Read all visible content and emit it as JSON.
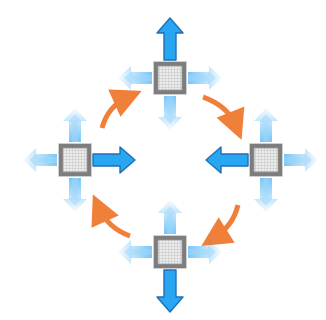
{
  "diagram": {
    "description_icons": {
      "node_icon": "grid-square-icon",
      "signal_icon": "blue-arrow-icon",
      "cycle_icon": "orange-curved-arrow-icon"
    },
    "colors": {
      "background": "#ffffff",
      "arrow_blue": "#29a6f2",
      "arrow_blue_light": "#9fd6fb",
      "arrow_blue_stroke": "#1d6fb8",
      "cycle_orange": "#f07f3a",
      "node_frame": "#7d7d7d",
      "node_grid_fill": "#e9e9e9",
      "node_grid_line": "#bdbdbd"
    },
    "nodes": [
      {
        "id": "top",
        "strong_direction": "up"
      },
      {
        "id": "left",
        "strong_direction": "right"
      },
      {
        "id": "right",
        "strong_direction": "left"
      },
      {
        "id": "bottom",
        "strong_direction": "down"
      }
    ],
    "cycle": [
      "left",
      "top",
      "right",
      "bottom",
      "left"
    ]
  }
}
